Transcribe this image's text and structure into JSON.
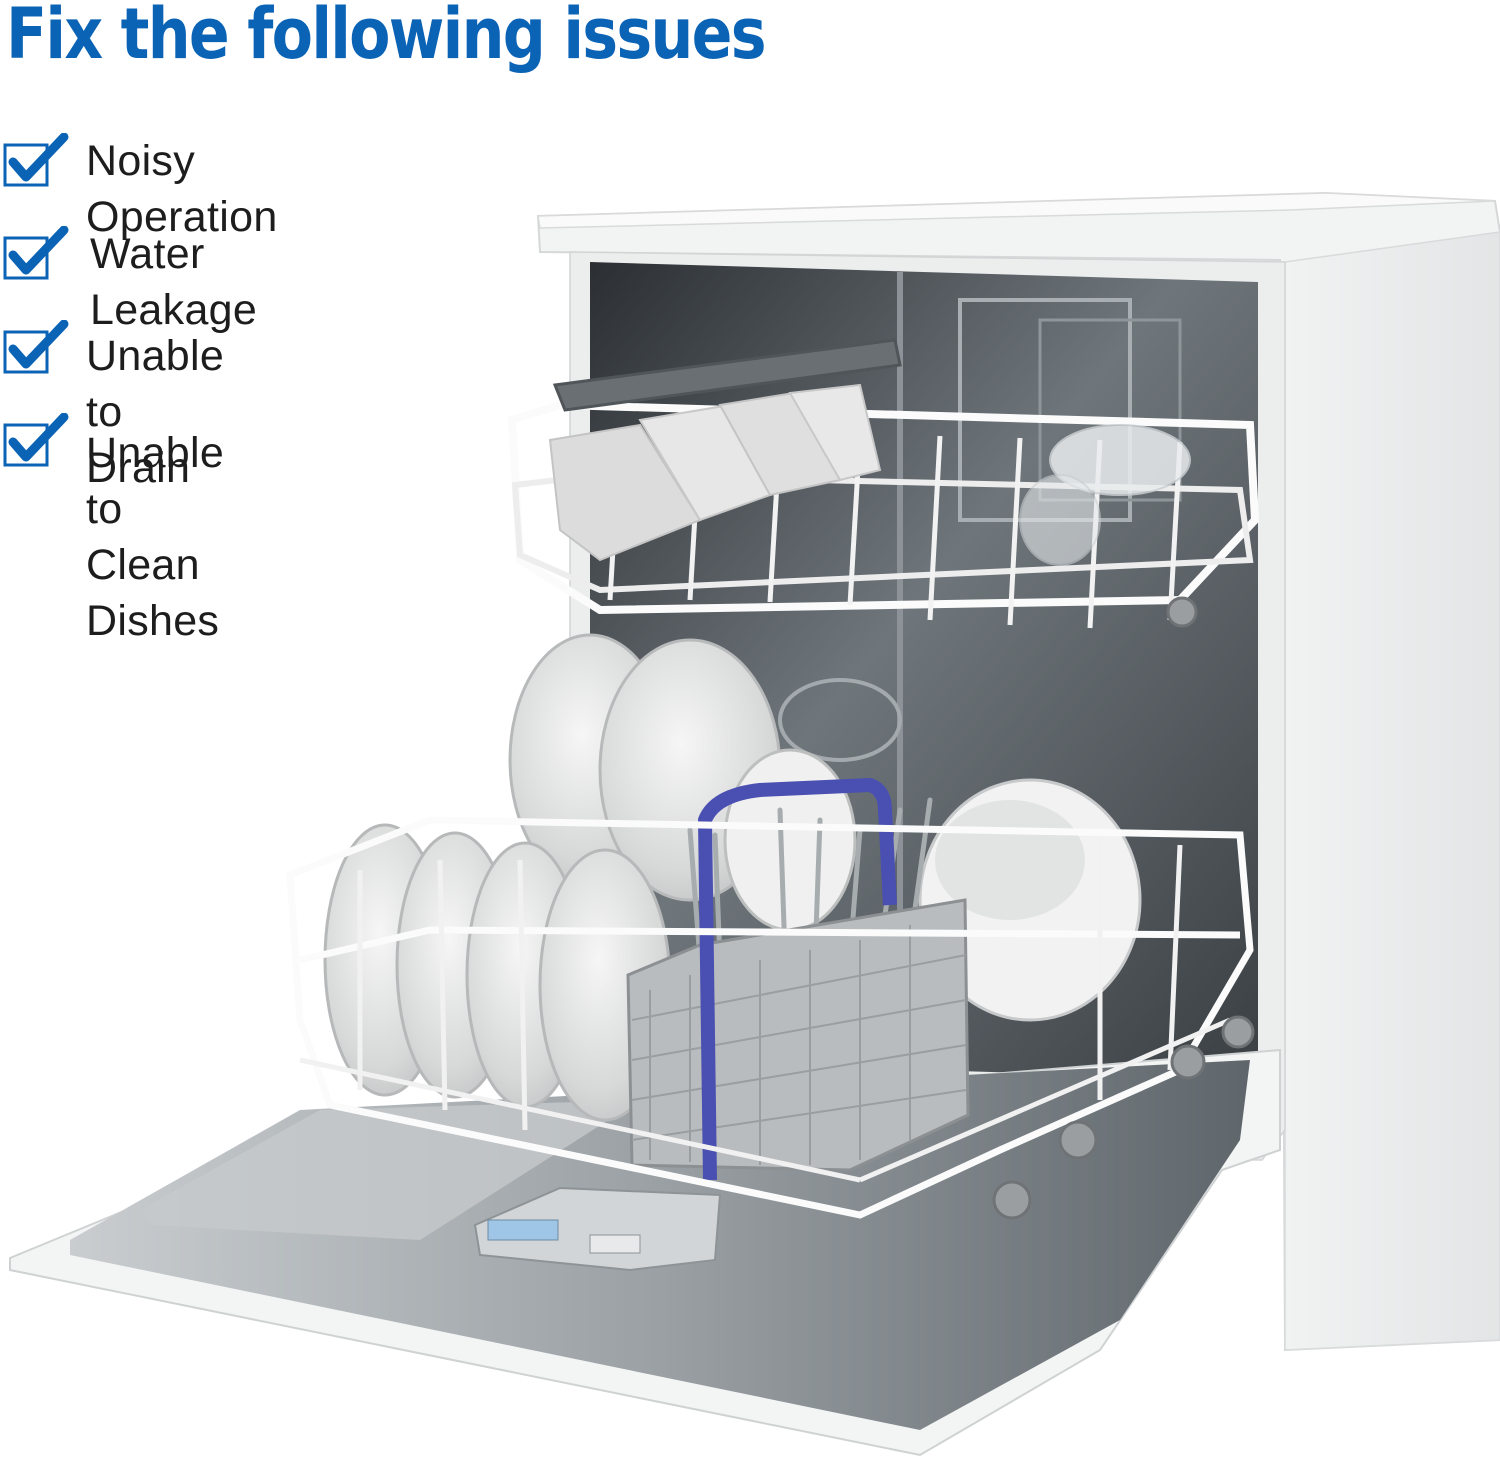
{
  "headline": "Fix the following issues",
  "colors": {
    "accent": "#0b63b6",
    "text": "#1d1d1d",
    "cabinet": "#f4f5f5",
    "steel": "#9aa0a4",
    "rack": "#f7f7f7",
    "basket_handle": "#4a4fb2"
  },
  "issues": [
    {
      "label": "Noisy Operation",
      "icon": "checkbox-check-icon"
    },
    {
      "label": "Water Leakage",
      "icon": "checkbox-check-icon"
    },
    {
      "label": "Unable to Drain",
      "icon": "checkbox-check-icon"
    },
    {
      "label": "Unable to Clean\nDishes",
      "icon": "checkbox-check-icon"
    }
  ],
  "image": {
    "subject": "open-dishwasher-with-dish-racks"
  }
}
